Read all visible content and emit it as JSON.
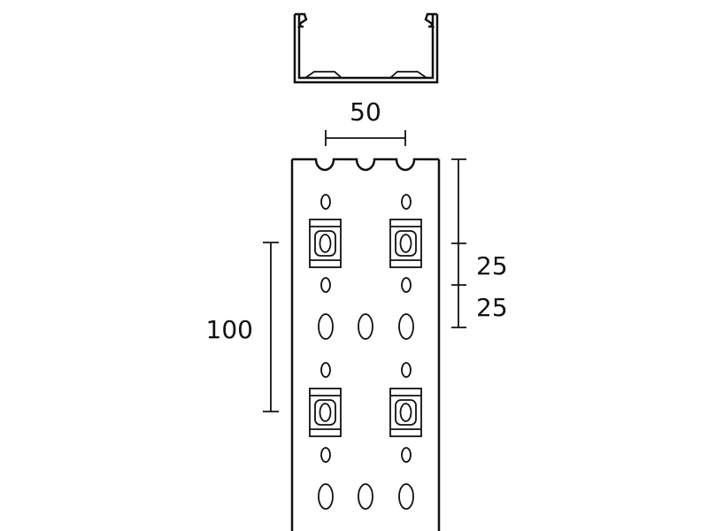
{
  "dimensions": {
    "width_label": "50",
    "upper_gap_label": "25",
    "lower_gap_label": "25",
    "pitch_label": "100"
  }
}
